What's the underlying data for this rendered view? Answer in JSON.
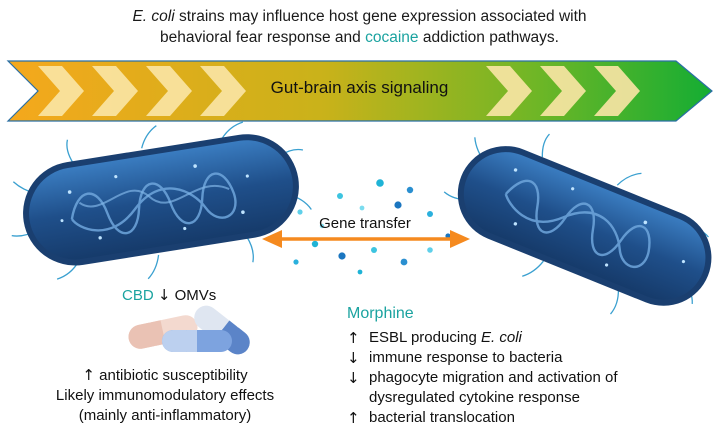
{
  "header": {
    "line1_italic": "E. coli",
    "line1_rest": " strains may influence host gene expression associated with",
    "line2_start": "behavioral fear response and ",
    "line2_highlight": "cocaine",
    "line2_end": " addiction pathways."
  },
  "banner": {
    "label": "Gut-brain axis signaling"
  },
  "gene_transfer": {
    "label": "Gene transfer"
  },
  "cbd": {
    "name": "CBD",
    "arrow": "↓",
    "target": "OMVs"
  },
  "cbd_effects": {
    "line1_arrow": "↑",
    "line1": "antibiotic susceptibility",
    "line2": "Likely immunomodulatory effects",
    "line3": "(mainly anti-inflammatory)"
  },
  "morphine": {
    "title": "Morphine",
    "items": [
      {
        "arrow": "↑",
        "text": "ESBL producing ",
        "italic": "E. coli"
      },
      {
        "arrow": "↓",
        "text": "immune response to bacteria",
        "italic": ""
      },
      {
        "arrow": "↓",
        "text": "phagocyte migration and activation of",
        "italic": ""
      },
      {
        "arrow": "",
        "text": "dysregulated cytokine response",
        "italic": ""
      },
      {
        "arrow": "↑",
        "text": "bacterial translocation",
        "italic": ""
      }
    ]
  },
  "colors": {
    "teal_text": "#1ba3a0",
    "arrow_gradient_start": "#f5a81c",
    "arrow_gradient_end": "#1ab030",
    "bacterium_fill": "#1f4f8a",
    "transfer_arrow": "#f58a1f"
  },
  "icons": [
    "bacterium-left-icon",
    "bacterium-right-icon",
    "capsules-icon",
    "dna-particles-icon"
  ]
}
